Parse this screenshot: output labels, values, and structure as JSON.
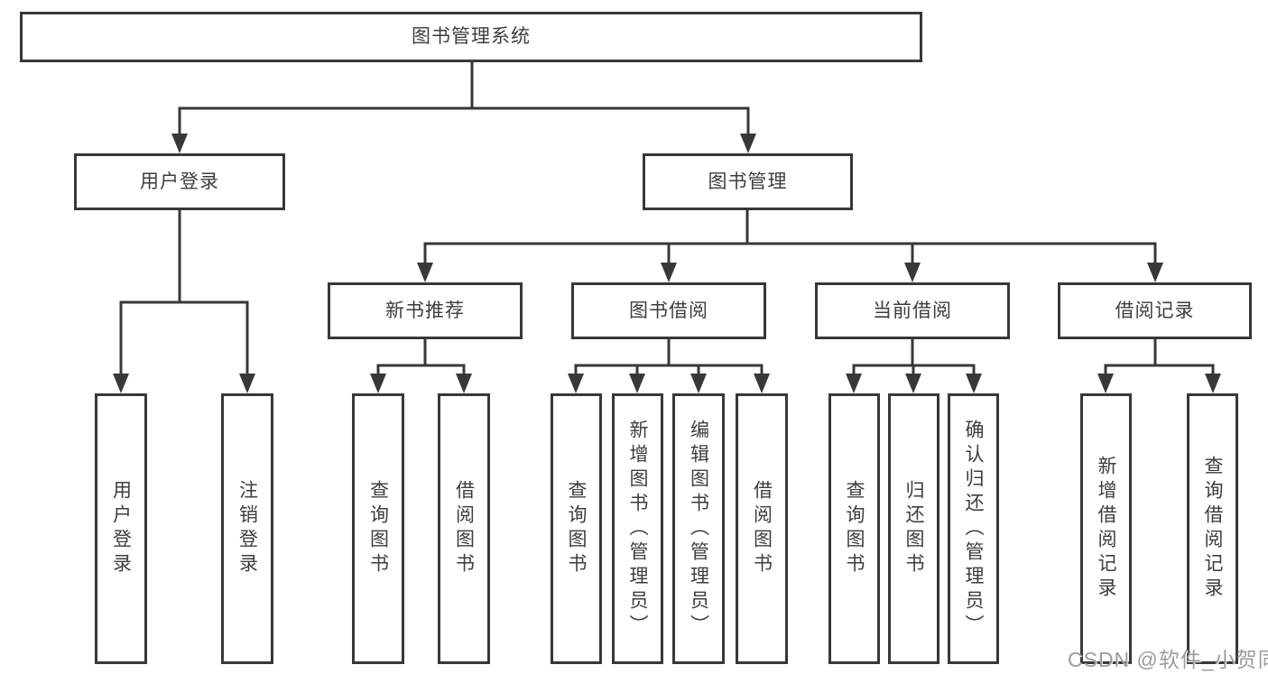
{
  "title": "图书管理系统",
  "tree": {
    "user_login": {
      "label": "用户登录",
      "children": {
        "login": "用户登录",
        "logout": "注销登录"
      }
    },
    "book_management": {
      "label": "图书管理",
      "children": {
        "new_book": {
          "label": "新书推荐",
          "children": {
            "query": "查询图书",
            "borrow": "借阅图书"
          }
        },
        "book_borrow": {
          "label": "图书借阅",
          "children": {
            "query": "查询图书",
            "add": "新增图书（管理员）",
            "edit": "编辑图书（管理员）",
            "borrow": "借阅图书"
          }
        },
        "current_borrow": {
          "label": "当前借阅",
          "children": {
            "query": "查询图书",
            "return": "归还图书",
            "confirm": "确认归还（管理员）"
          }
        },
        "borrow_record": {
          "label": "借阅记录",
          "children": {
            "add": "新增借阅记录",
            "query": "查询借阅记录"
          }
        }
      }
    }
  },
  "watermark": "CSDN @软件_小贺同学",
  "colors": {
    "line": "#383838",
    "text": "#3d3d3d",
    "watermark": "#9c9c9c",
    "background": "#ffffff"
  }
}
